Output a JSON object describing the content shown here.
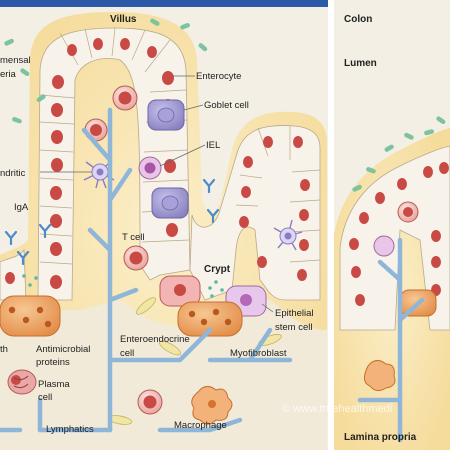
{
  "labels": {
    "villus": "Villus",
    "commensal_line1": "mensal",
    "commensal_line2": "eria",
    "enterocyte": "Enterocyte",
    "goblet_cell": "Goblet cell",
    "iel": "IEL",
    "dendritic": "ndritic",
    "iga": "IgA",
    "t_cell": "T cell",
    "crypt": "Crypt",
    "epithelial_stem_cell_line1": "Epithelial",
    "epithelial_stem_cell_line2": "stem cell",
    "paneth": "th",
    "antimicrobial_line1": "Antimicrobial",
    "antimicrobial_line2": "proteins",
    "enteroendocrine_line1": "Enteroendocrine",
    "enteroendocrine_line2": "cell",
    "myofibroblast": "Myofibroblast",
    "plasma_line1": "Plasma",
    "plasma_line2": "cell",
    "macrophage": "Macrophage",
    "lymphatics": "Lymphatics",
    "colon": "Colon",
    "lumen": "Lumen",
    "lamina_propria": "Lamina propria"
  },
  "watermark": "© www.truehealthmedi",
  "colors": {
    "background": "#f3efe4",
    "mucus": "#f8e3ad",
    "epithelium": "#f6f0e8",
    "nucleus": "#c94a45",
    "goblet": "#8c86c6",
    "paneth": "#e9a065",
    "vessel": "#8fb6d9",
    "bacteria": "#7cc3a0",
    "top_bar": "#2c5aa8",
    "divider": "#ffffff"
  }
}
